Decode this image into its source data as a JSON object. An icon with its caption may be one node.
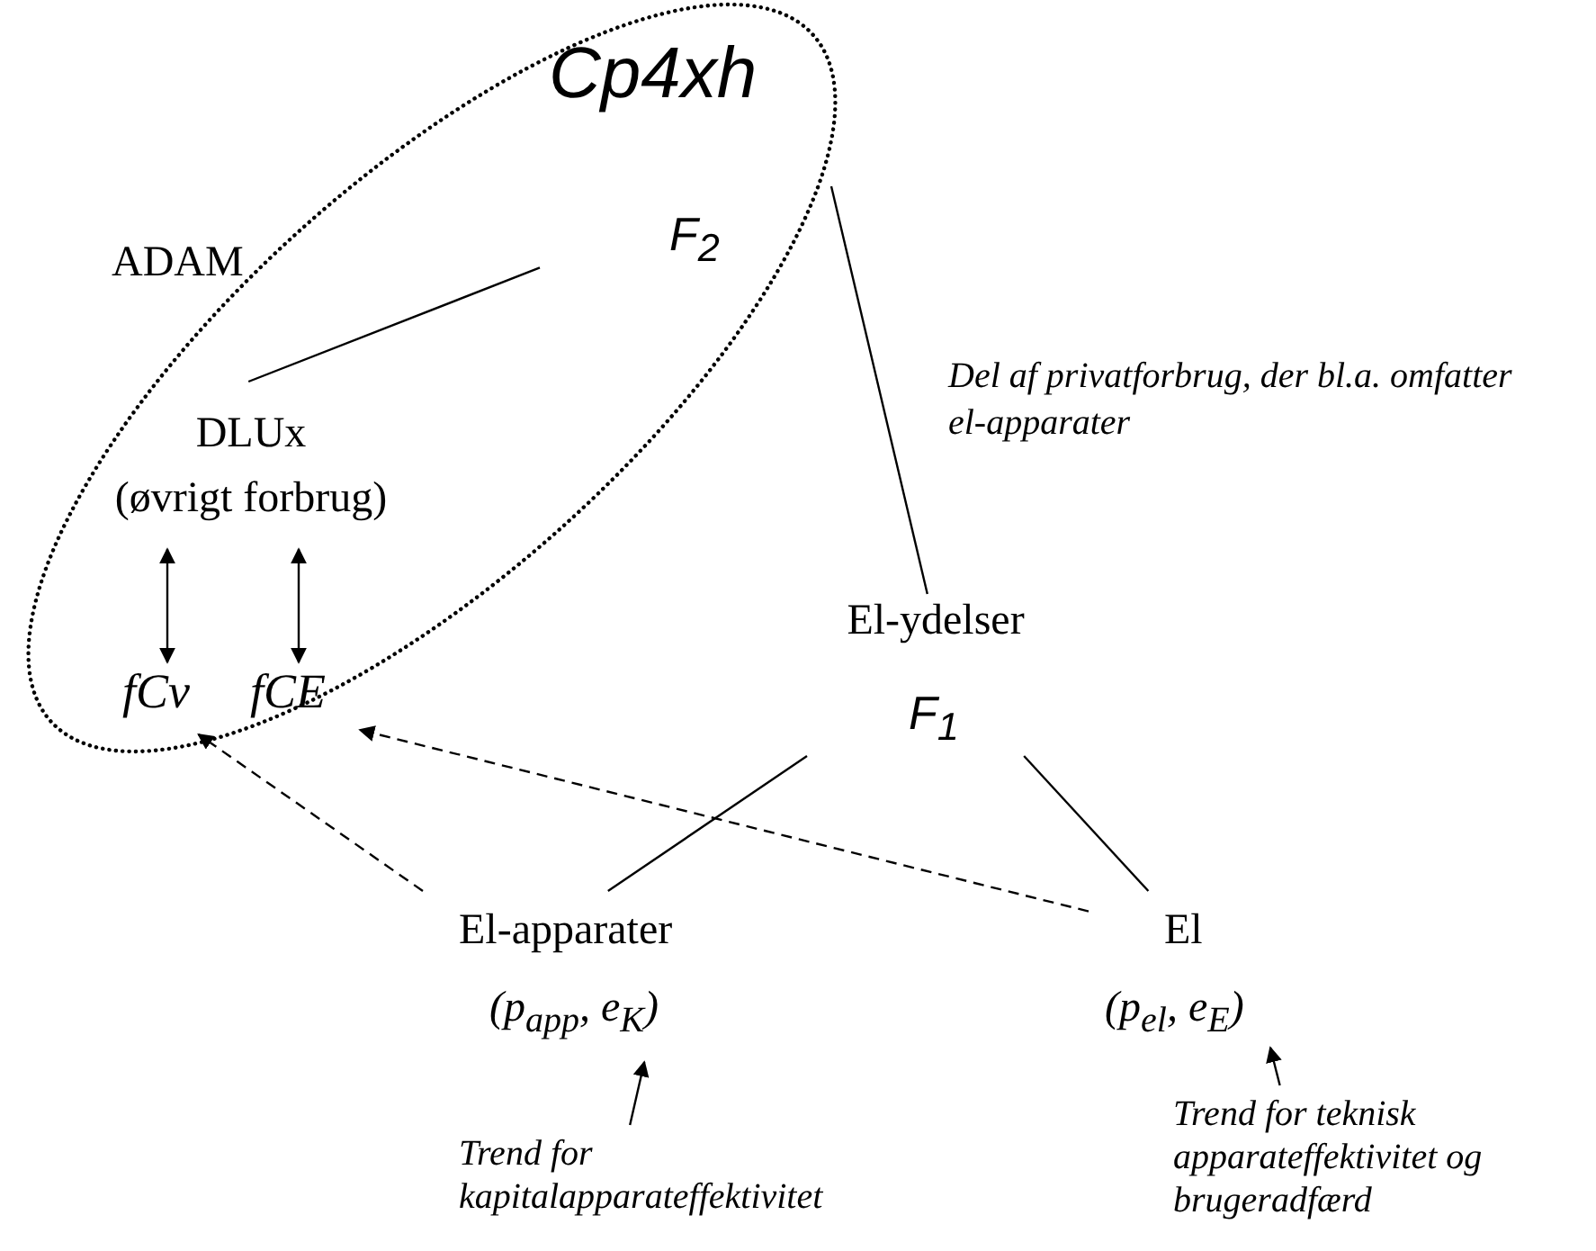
{
  "diagram": {
    "nodes": [
      {
        "text": [
          "ADAM"
        ]
      },
      {
        "text": [
          "Cp4xh",
          "F$_{2}$"
        ],
        "in": 0
      },
      {
        "text": [
          "DLUx",
          "(øvrigt forbrug)"
        ],
        "in": 0
      },
      {
        "text": [
          "fCv"
        ],
        "in": 0
      },
      {
        "text": [
          "fCE"
        ],
        "in": 0
      },
      {
        "text": [
          "El-ydelser",
          "F$_{1}$"
        ]
      },
      {
        "text": [
          "El-apparater",
          "(p$_{app}$, e$_{K}$)"
        ]
      },
      {
        "text": [
          "El",
          "(p$_{el}$, e$_{E}$)"
        ]
      },
      {
        "text": [
          "Trend for kapitalapparateffektivitet"
        ]
      },
      {
        "text": [
          "Trend for teknisk apparateffektivitet og brugeradfærd"
        ]
      }
    ],
    "edges": [
      {
        "from": 1,
        "to": 2,
        "arrow": "none"
      },
      {
        "from": 1,
        "to": 5,
        "arrow": "none"
      },
      {
        "from": 5,
        "to": 6,
        "arrow": "none"
      },
      {
        "from": 5,
        "to": 7,
        "arrow": "none"
      },
      {
        "from": 2,
        "to": 3,
        "arrow": "both"
      },
      {
        "from": 2,
        "to": 4,
        "arrow": "both"
      },
      {
        "from": 6,
        "to": 3,
        "arrow": "to",
        "style": "dashed"
      },
      {
        "from": 7,
        "to": 4,
        "arrow": "to",
        "style": "dashed"
      },
      {
        "from": 8,
        "to": 6,
        "arrow": "to"
      },
      {
        "from": 9,
        "to": 7,
        "arrow": "to"
      }
    ],
    "labels": [
      "Del af privatforbrug, der bl.a. omfatter el-apparater"
    ]
  }
}
